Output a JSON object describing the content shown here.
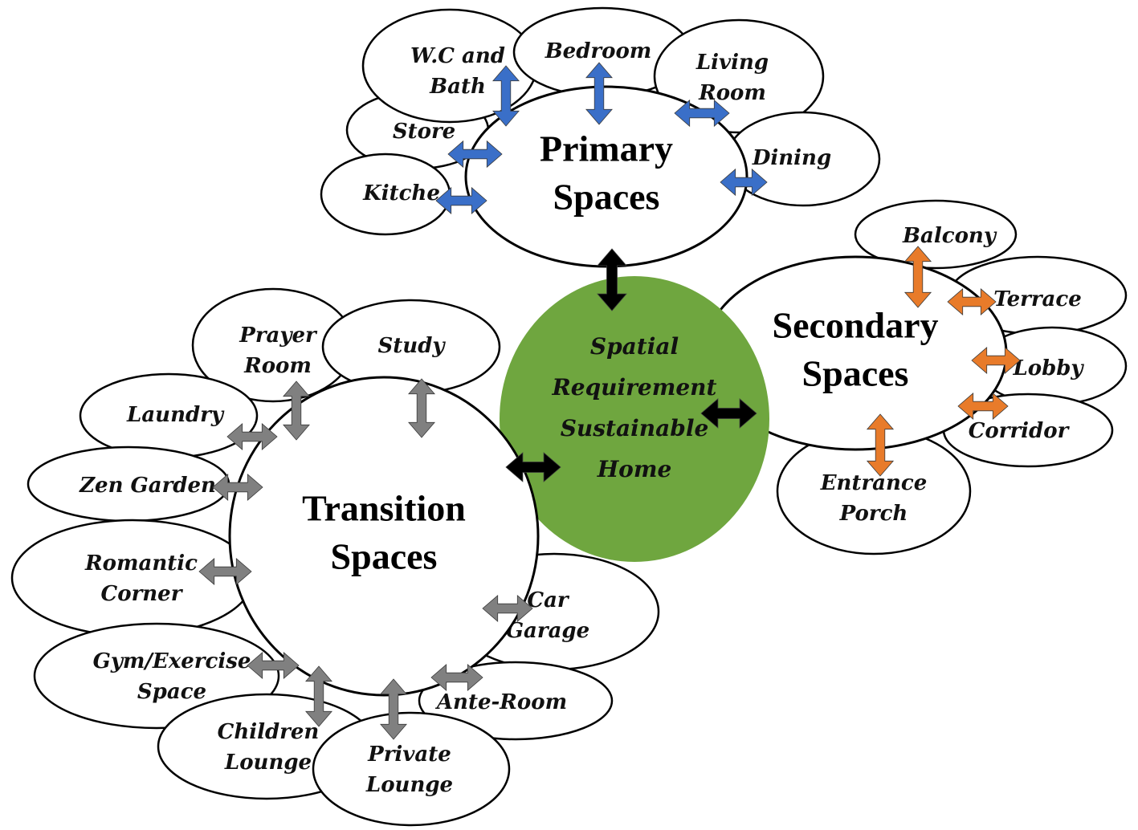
{
  "center": {
    "lines": [
      "Spatial",
      "Requirement",
      "Sustainable",
      "Home"
    ]
  },
  "colors": {
    "center_fill": "#6fa63f",
    "primary_arrow": "#3a6fc8",
    "secondary_arrow": "#e87b2a",
    "transition_arrow": "#808080",
    "hub_arrow": "#000000"
  },
  "primary": {
    "lines": [
      "Primary",
      "Spaces"
    ],
    "items": [
      {
        "lines": [
          "W.C and",
          "Bath"
        ]
      },
      {
        "lines": [
          "Bedroom"
        ]
      },
      {
        "lines": [
          "Living",
          "Room"
        ]
      },
      {
        "lines": [
          "Store"
        ]
      },
      {
        "lines": [
          "Dining"
        ]
      },
      {
        "lines": [
          "Kitche"
        ]
      }
    ]
  },
  "secondary": {
    "lines": [
      "Secondary",
      "Spaces"
    ],
    "items": [
      {
        "lines": [
          "Balcony"
        ]
      },
      {
        "lines": [
          "Terrace"
        ]
      },
      {
        "lines": [
          "Lobby"
        ]
      },
      {
        "lines": [
          "Corridor"
        ]
      },
      {
        "lines": [
          "Entrance",
          "Porch"
        ]
      }
    ]
  },
  "transition": {
    "lines": [
      "Transition",
      "Spaces"
    ],
    "items": [
      {
        "lines": [
          "Prayer",
          "Room"
        ]
      },
      {
        "lines": [
          "Study"
        ]
      },
      {
        "lines": [
          "Laundry"
        ]
      },
      {
        "lines": [
          "Zen Garden"
        ]
      },
      {
        "lines": [
          "Romantic",
          "Corner"
        ]
      },
      {
        "lines": [
          "Car",
          "Garage"
        ]
      },
      {
        "lines": [
          "Gym/Exercise",
          "Space"
        ]
      },
      {
        "lines": [
          "Ante-Room"
        ]
      },
      {
        "lines": [
          "Children",
          "Lounge"
        ]
      },
      {
        "lines": [
          "Private",
          "Lounge"
        ]
      }
    ]
  }
}
